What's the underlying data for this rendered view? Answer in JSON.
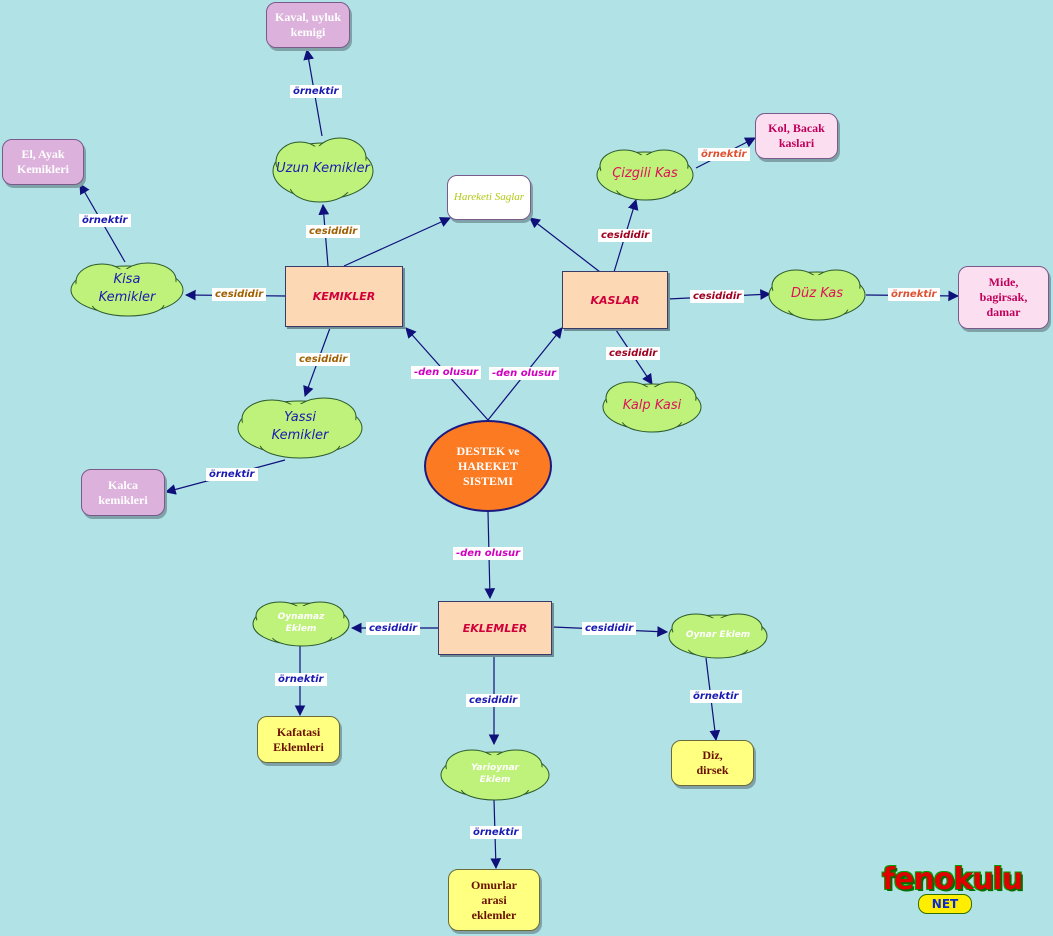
{
  "center": "DESTEK ve HAREKET SISTEMI",
  "kemikler": "KEMIKLER",
  "kaslar": "KASLAR",
  "eklemler": "EKLEMLER",
  "hareket": "Hareketi Saglar",
  "kisa": "Kisa Kemikler",
  "uzun": "Uzun Kemikler",
  "yassi": "Yassi Kemikler",
  "el_ayak": "El, Ayak Kemikleri",
  "kaval": "Kaval, uyluk kemigi",
  "kalca": "Kalca kemikleri",
  "cizgili": "Çizgili Kas",
  "duz": "Düz Kas",
  "kalp": "Kalp Kasi",
  "kol_bacak": "Kol, Bacak kaslari",
  "mide": "Mide, bagirsak, damar",
  "oynamaz": "Oynamaz Eklem",
  "yarioynar": "Yarioynar Eklem",
  "oynar": "Oynar Eklem",
  "kafatasi": "Kafatasi Eklemleri",
  "omurlar": "Omurlar arasi eklemler",
  "diz": "Diz, dirsek",
  "labels": {
    "cesididir": "cesididir",
    "ornektir": "örnektir",
    "den_olusur": "-den olusur"
  },
  "logo": {
    "word": "fenokulu",
    "net": "NET"
  }
}
